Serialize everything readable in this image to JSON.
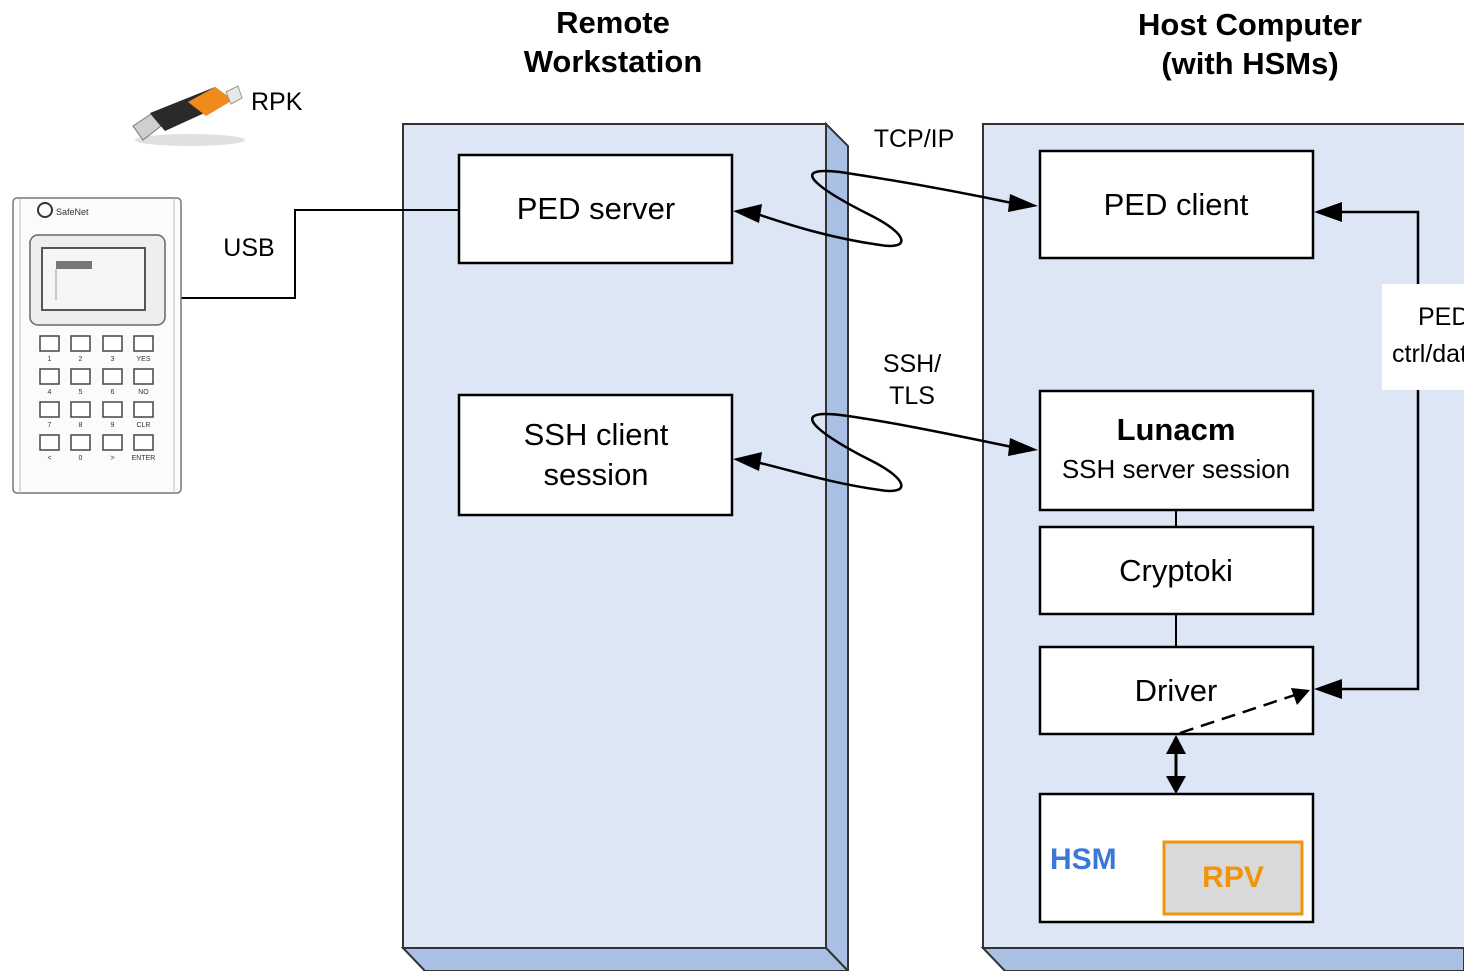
{
  "titles": {
    "remote_line1": "Remote",
    "remote_line2": "Workstation",
    "host_line1": "Host Computer",
    "host_line2": "(with HSMs)"
  },
  "labels": {
    "rpk": "RPK",
    "usb": "USB",
    "tcpip": "TCP/IP",
    "ssh_line1": "SSH/",
    "ssh_line2": "TLS",
    "ped_ctrl_line1": "PED",
    "ped_ctrl_line2": "ctrl/data"
  },
  "remote_boxes": {
    "ped_server": "PED server",
    "ssh_client_line1": "SSH client",
    "ssh_client_line2": "session"
  },
  "host_boxes": {
    "ped_client": "PED client",
    "lunacm": "Lunacm",
    "ssh_server_session": "SSH server session",
    "cryptoki": "Cryptoki",
    "driver": "Driver",
    "hsm": "HSM",
    "rpv": "RPV"
  },
  "ped_device": {
    "brand": "SafeNet",
    "keys": [
      {
        "label": "1"
      },
      {
        "label": "2"
      },
      {
        "label": "3"
      },
      {
        "label": "YES"
      },
      {
        "label": "4"
      },
      {
        "label": "5"
      },
      {
        "label": "6"
      },
      {
        "label": "NO"
      },
      {
        "label": "7"
      },
      {
        "label": "8"
      },
      {
        "label": "9"
      },
      {
        "label": "CLR"
      },
      {
        "label": "<"
      },
      {
        "label": "0"
      },
      {
        "label": ">"
      },
      {
        "label": "ENTER"
      }
    ]
  },
  "colors": {
    "panel_fill": "#dde6f5",
    "panel_side": "#a9bfe3",
    "hsm_text": "#3a78d8",
    "rpv_text": "#f0940a",
    "rpv_border": "#f0940a",
    "rpv_fill": "#d9d9d9",
    "usb_key_orange": "#f08a1c"
  }
}
